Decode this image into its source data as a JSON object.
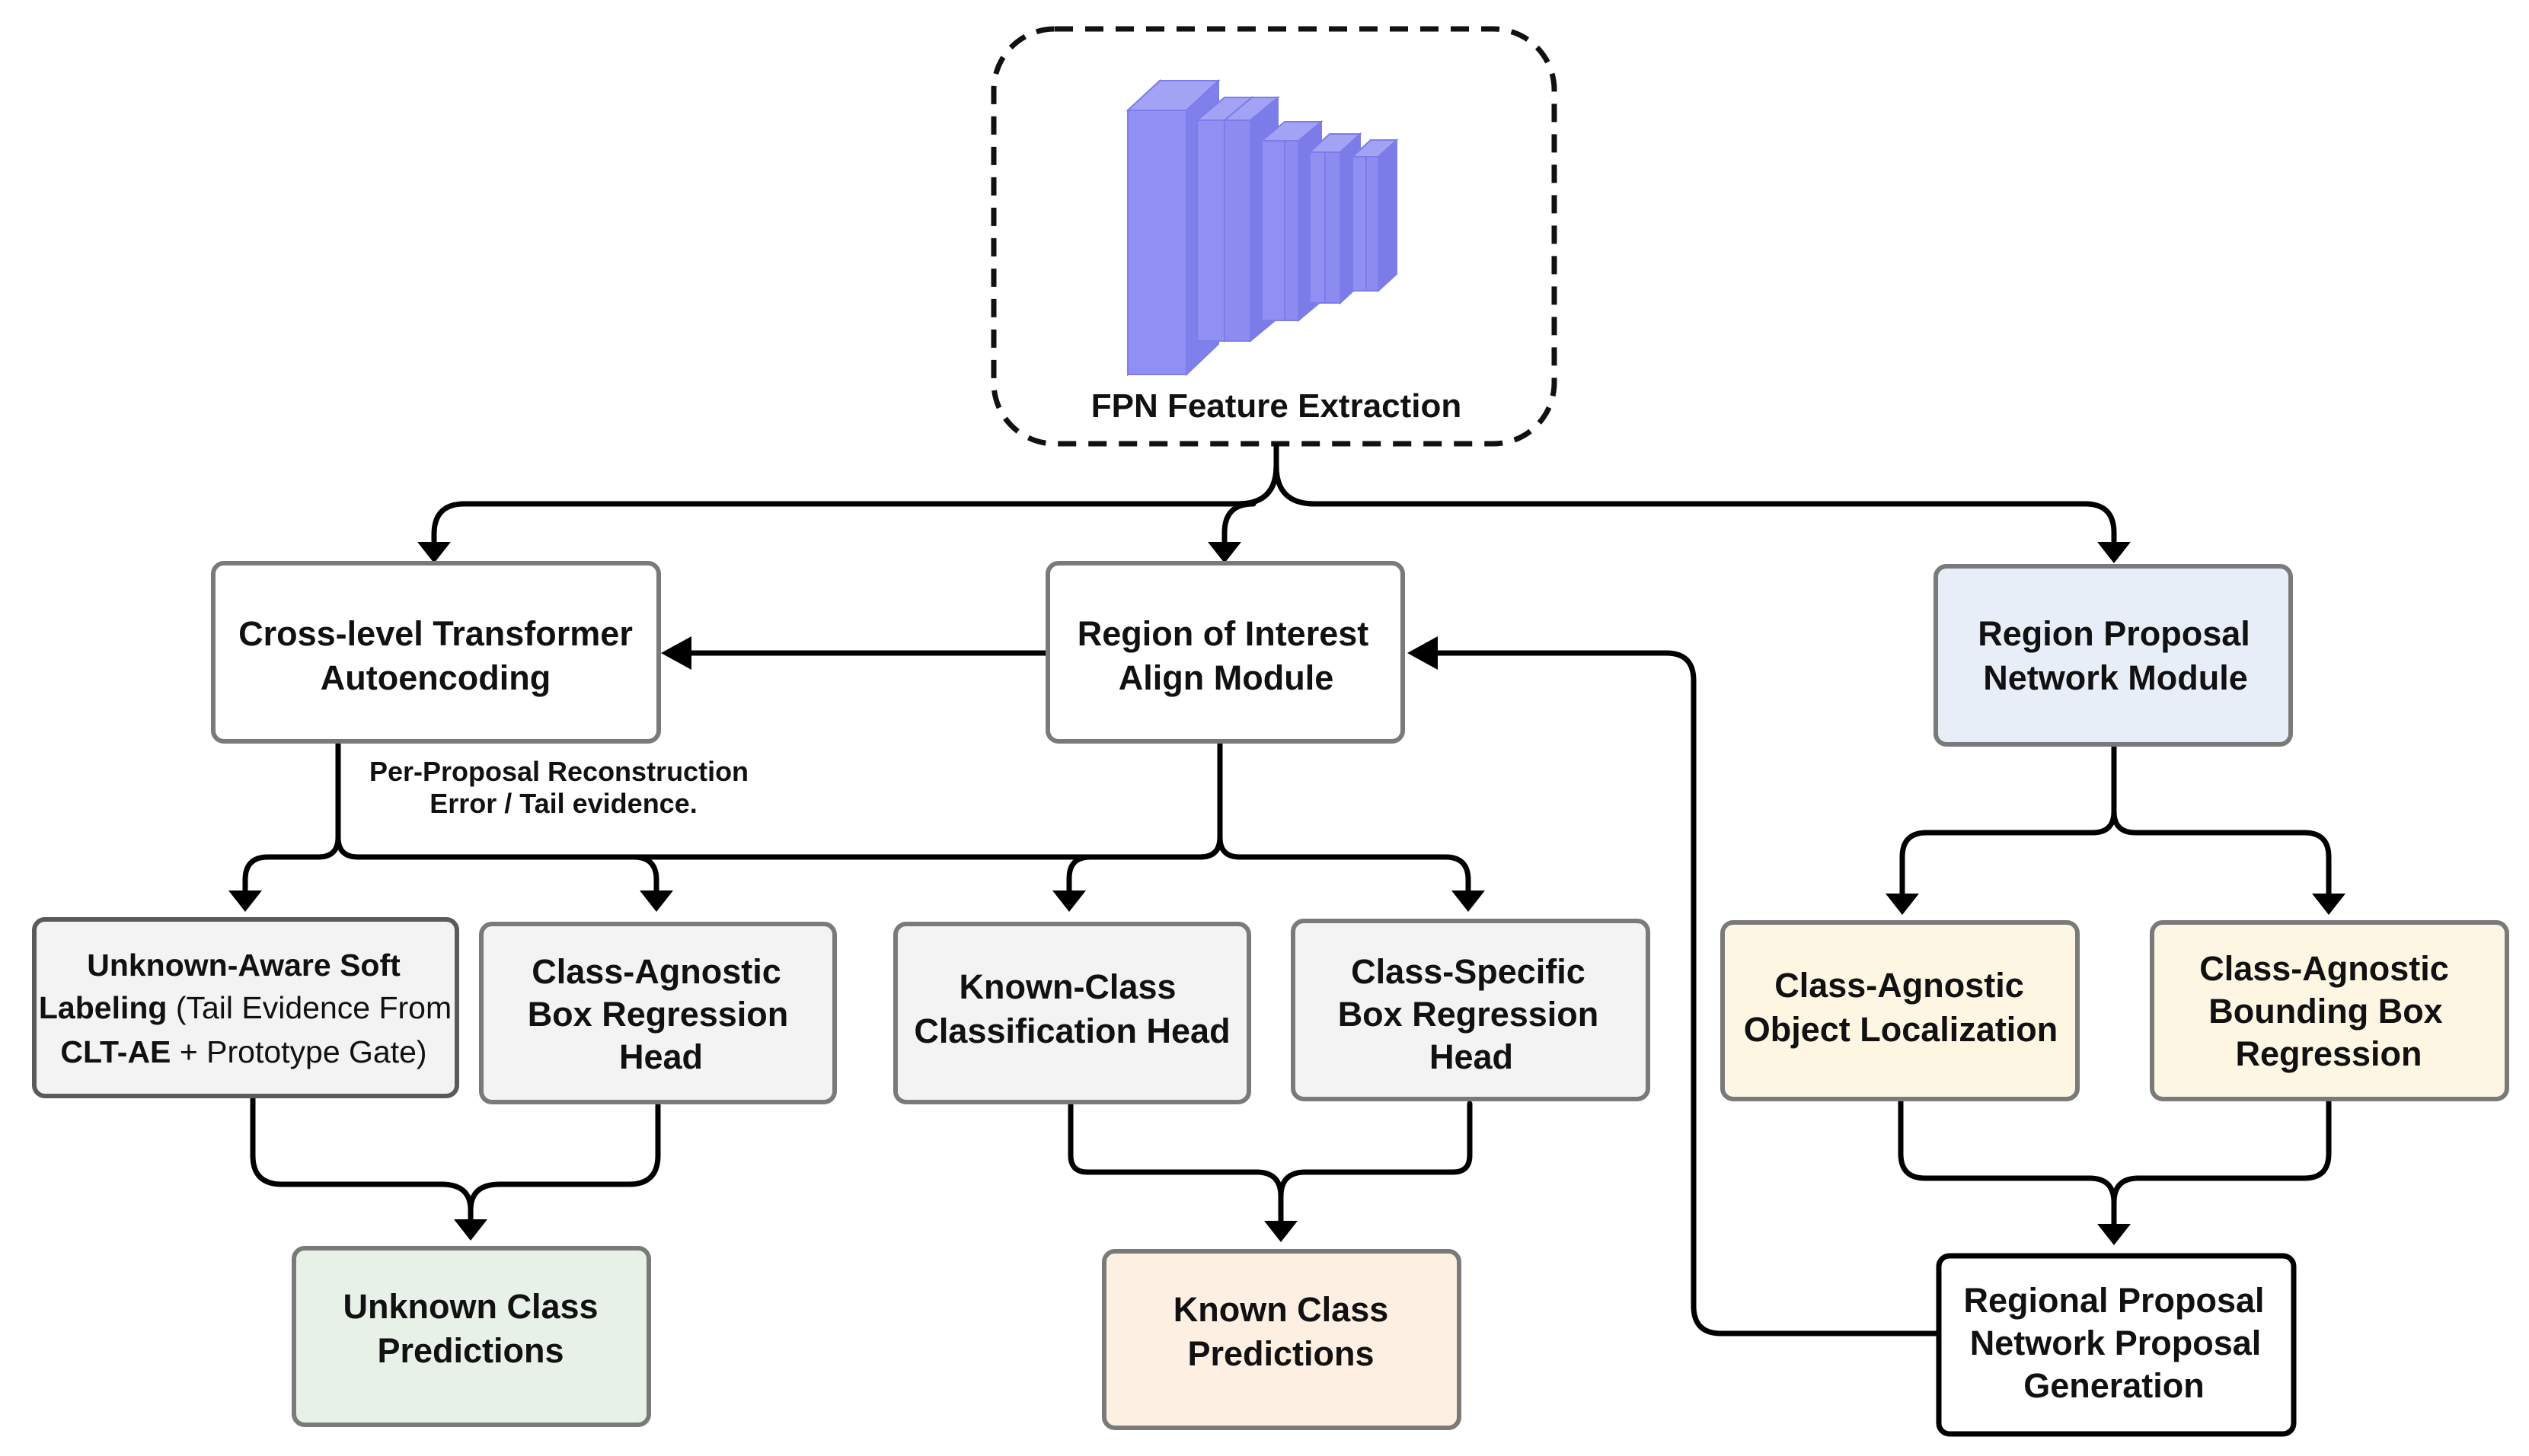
{
  "fpn": {
    "label": "FPN Feature Extraction",
    "layer_color": "#8f8ff0"
  },
  "annotation": {
    "line1": "Per-Proposal Reconstruction",
    "line2": "Error / Tail evidence."
  },
  "colors": {
    "white_fill": "#ffffff",
    "gray_fill": "#f3f3f3",
    "blue_fill": "#e8eef8",
    "yellow_fill": "#fdf6e3",
    "green_fill": "#e8f1e8",
    "orange_fill": "#fdf0e2",
    "border_gray": "#7a7a7a",
    "border_black": "#000000"
  },
  "boxes": {
    "clt": {
      "line1": "Cross-level Transformer",
      "line2": "Autoencoding"
    },
    "roi": {
      "line1": "Region of Interest",
      "line2": "Align Module"
    },
    "rpn": {
      "line1": "Region Proposal",
      "line2": "Network Module"
    },
    "unknown_soft": {
      "l1": "Unknown-Aware Soft",
      "l2_bold": "Labeling",
      "l2_rest": " (Tail Evidence From",
      "l3_bold": "CLT-AE",
      "l3_rest": " + Prototype Gate)"
    },
    "agnostic_box_head": {
      "line1": "Class-Agnostic",
      "line2": "Box Regression",
      "line3": "Head"
    },
    "known_cls_head": {
      "line1": "Known-Class",
      "line2": "Classification Head"
    },
    "specific_box_head": {
      "line1": "Class-Specific",
      "line2": "Box Regression",
      "line3": "Head"
    },
    "agnostic_obj_loc": {
      "line1": "Class-Agnostic",
      "line2": "Object Localization"
    },
    "agnostic_bbox_reg": {
      "line1": "Class-Agnostic",
      "line2": "Bounding Box",
      "line3": "Regression"
    },
    "unknown_pred": {
      "line1": "Unknown Class",
      "line2": "Predictions"
    },
    "known_pred": {
      "line1": "Known Class",
      "line2": "Predictions"
    },
    "rpn_gen": {
      "line1": "Regional Proposal",
      "line2": "Network Proposal",
      "line3": "Generation"
    }
  }
}
